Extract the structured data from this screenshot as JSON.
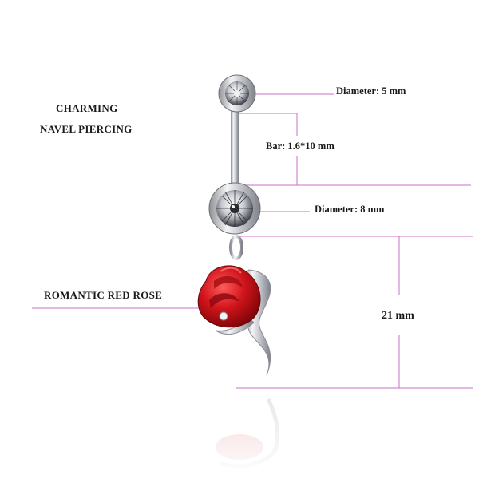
{
  "title": {
    "line1": "CHARMING",
    "line2": "NAVEL PIERCING"
  },
  "charm_label": "ROMANTIC RED ROSE",
  "dimensions": {
    "top_ball": "Diameter: 5 mm",
    "bar": "Bar: 1.6*10 mm",
    "bottom_ball": "Diameter: 8 mm",
    "charm_length": "21 mm"
  },
  "colors": {
    "background": "#ffffff",
    "guide_line": "#c86fc8",
    "rose": "#c8141a",
    "metal": "#c9ccd1",
    "text": "#1a1a1a"
  },
  "icons": {
    "gem": "cubic-zirconia-gem",
    "rose": "rose-charm"
  }
}
